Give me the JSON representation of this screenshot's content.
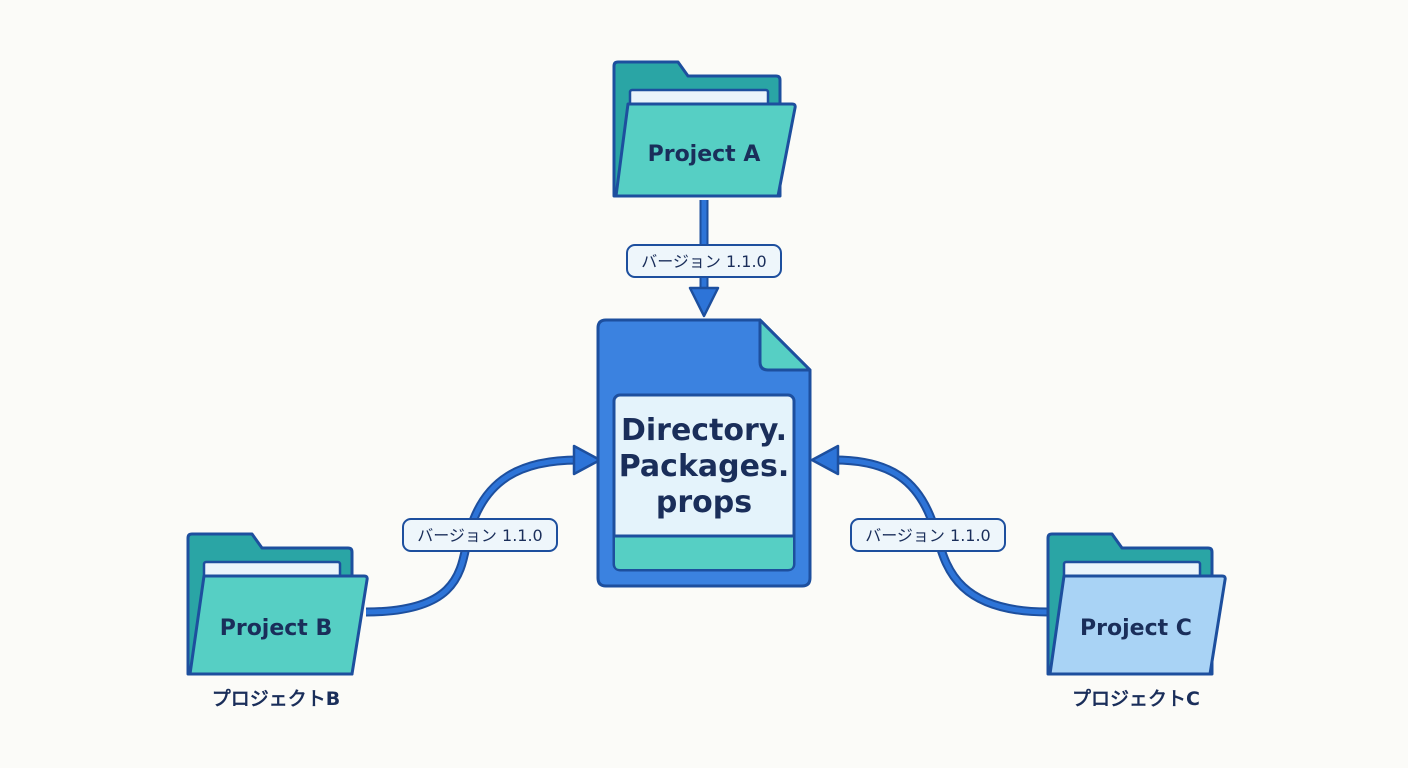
{
  "center_file": {
    "lines": [
      "Directory.",
      "Packages.",
      "props"
    ]
  },
  "projects": {
    "a": {
      "label": "Project A",
      "caption": ""
    },
    "b": {
      "label": "Project B",
      "caption": "プロジェクトB"
    },
    "c": {
      "label": "Project C",
      "caption": "プロジェクトC"
    }
  },
  "edges": {
    "a": {
      "label": "バージョン 1.1.0"
    },
    "b": {
      "label": "バージョン 1.1.0"
    },
    "c": {
      "label": "バージョン 1.1.0"
    }
  },
  "colors": {
    "outline": "#1d4f9e",
    "folder_teal": "#56cfc4",
    "folder_teal_dark": "#2aa5a5",
    "folder_light_blue": "#a9d3f5",
    "file_blue": "#3b82e0",
    "file_panel": "#e4f3fb",
    "arrow": "#2d74d8",
    "badge_bg": "#eef6fb"
  }
}
